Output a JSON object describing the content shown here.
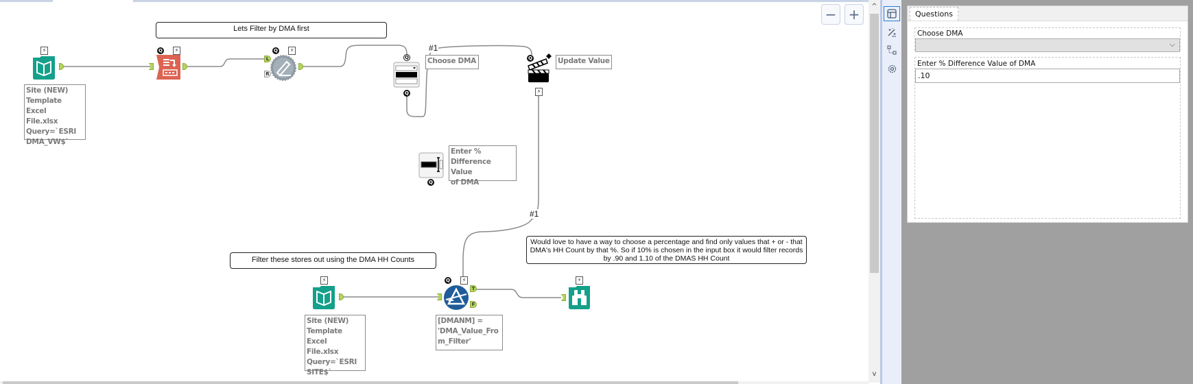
{
  "canvas": {
    "zoom_out_label": "−",
    "zoom_in_label": "+",
    "comments": [
      {
        "id": "comment-filter-dma-first",
        "text": "Lets Filter by DMA first"
      },
      {
        "id": "comment-filter-stores",
        "text": "Filter these stores out using the DMA HH Counts"
      },
      {
        "id": "comment-would-love",
        "text": "Would love to have a way to choose a percentage and find only values that + or - that DMA's HH Count by that %.  So if 10% is chosen in the input box it would filter records by .90 and 1.10 of the DMAS HH Count"
      }
    ],
    "tools": {
      "input_dma": {
        "label": "Site (NEW)\nTemplate Excel\nFile.xlsx\nQuery=`ESRI\nDMA_VW$`",
        "icon": "book-input-icon"
      },
      "transpose": {
        "icon": "transpose-icon"
      },
      "formula": {
        "icon": "formula-gear-icon",
        "anchor_l": "L",
        "anchor_r": "R"
      },
      "dropdown": {
        "label": "Choose DMA",
        "icon": "dropdown-interface-icon"
      },
      "action": {
        "label": "Update Value",
        "icon": "clapperboard-action-icon"
      },
      "textbox": {
        "label": "Enter %\nDifference Value\nof DMA",
        "icon": "text-box-interface-icon"
      },
      "input_sites": {
        "label": "Site (NEW)\nTemplate Excel\nFile.xlsx\nQuery=`ESRI\nSITE$`",
        "icon": "book-input-icon"
      },
      "filter": {
        "label": "[DMANM] =\n'DMA_Value_Fro\nm_Filter'",
        "icon": "filter-icon",
        "anchor_t": "T",
        "anchor_f": "F"
      },
      "browse": {
        "icon": "binoculars-browse-icon"
      }
    },
    "connection_labels": [
      "#1",
      "#1"
    ],
    "badge_q": "Q",
    "badge_bolt": "⚡"
  },
  "sidebar": {
    "icons": [
      {
        "name": "layout-icon",
        "active": true
      },
      {
        "name": "magic-wand-icon",
        "active": false
      },
      {
        "name": "tree-icon",
        "active": false
      },
      {
        "name": "gear-icon",
        "active": false
      }
    ]
  },
  "questions_panel": {
    "tab_label": "Questions",
    "questions": [
      {
        "label": "Choose DMA",
        "type": "dropdown",
        "value": ""
      },
      {
        "label": "Enter % Difference Value of DMA",
        "type": "text",
        "value": ".10"
      }
    ]
  },
  "scroll": {
    "up": "^",
    "down": "v"
  }
}
